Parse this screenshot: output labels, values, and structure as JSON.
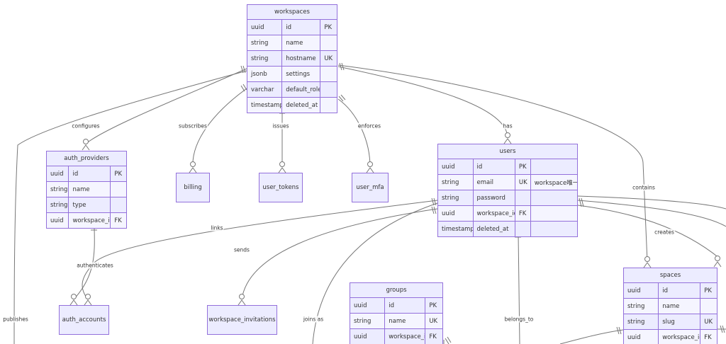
{
  "entities": [
    {
      "id": "workspaces",
      "name": "workspaces",
      "rows": [
        [
          "uuid",
          "id",
          "PK"
        ],
        [
          "string",
          "name",
          ""
        ],
        [
          "string",
          "hostname",
          "UK"
        ],
        [
          "jsonb",
          "settings",
          ""
        ],
        [
          "varchar",
          "default_role",
          ""
        ],
        [
          "timestamp",
          "deleted_at",
          ""
        ]
      ]
    },
    {
      "id": "auth_providers",
      "name": "auth_providers",
      "rows": [
        [
          "uuid",
          "id",
          "PK"
        ],
        [
          "string",
          "name",
          ""
        ],
        [
          "string",
          "type",
          ""
        ],
        [
          "uuid",
          "workspace_id",
          "FK"
        ]
      ]
    },
    {
      "id": "users",
      "name": "users",
      "rows": [
        [
          "uuid",
          "id",
          "PK",
          ""
        ],
        [
          "string",
          "email",
          "UK",
          "workspace唯一"
        ],
        [
          "string",
          "password",
          "",
          ""
        ],
        [
          "uuid",
          "workspace_id",
          "FK",
          ""
        ],
        [
          "timestamp",
          "deleted_at",
          "",
          ""
        ]
      ]
    },
    {
      "id": "groups",
      "name": "groups",
      "rows": [
        [
          "uuid",
          "id",
          "PK"
        ],
        [
          "string",
          "name",
          "UK"
        ],
        [
          "uuid",
          "workspace_id",
          "FK"
        ],
        [
          "",
          "",
          ""
        ]
      ]
    },
    {
      "id": "spaces",
      "name": "spaces",
      "rows": [
        [
          "uuid",
          "id",
          "PK"
        ],
        [
          "string",
          "name",
          ""
        ],
        [
          "string",
          "slug",
          "UK"
        ],
        [
          "uuid",
          "workspace_id",
          "FK"
        ]
      ]
    }
  ],
  "boxes": [
    {
      "id": "billing",
      "name": "billing"
    },
    {
      "id": "user_tokens",
      "name": "user_tokens"
    },
    {
      "id": "user_mfa",
      "name": "user_mfa"
    },
    {
      "id": "auth_accounts",
      "name": "auth_accounts"
    },
    {
      "id": "workspace_invitations",
      "name": "workspace_invitations"
    }
  ],
  "relationships": [
    {
      "id": "configures",
      "label": "configures"
    },
    {
      "id": "subscribes",
      "label": "subscribes"
    },
    {
      "id": "issues",
      "label": "issues"
    },
    {
      "id": "enforces",
      "label": "enforces"
    },
    {
      "id": "has",
      "label": "has"
    },
    {
      "id": "contains",
      "label": "contains"
    },
    {
      "id": "publishes",
      "label": "publishes"
    },
    {
      "id": "links",
      "label": "links"
    },
    {
      "id": "authenticates",
      "label": "authenticates"
    },
    {
      "id": "sends",
      "label": "sends"
    },
    {
      "id": "creates",
      "label": "creates"
    },
    {
      "id": "joins_as",
      "label": "joins as"
    },
    {
      "id": "belongs_to",
      "label": "belongs_to"
    }
  ],
  "colors": {
    "fill": "#ececff",
    "alt_fill": "#f5f5ff",
    "border": "#9370db",
    "line": "#777777",
    "text": "#333333"
  }
}
